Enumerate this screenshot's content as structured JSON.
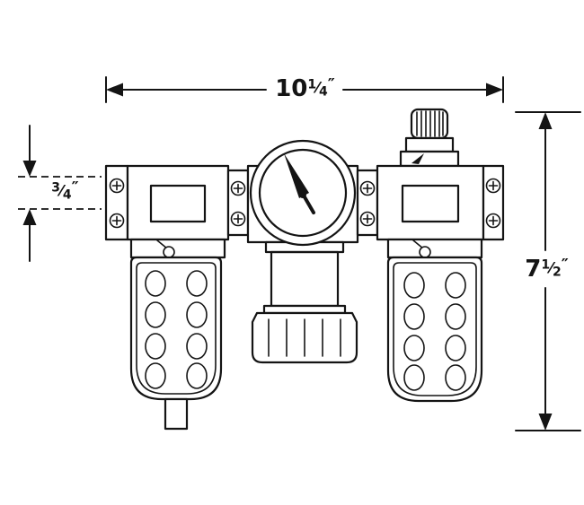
{
  "colors": {
    "line": "#141414",
    "background": "#ffffff"
  },
  "fraction_slash": "⁄",
  "labels": {
    "width": {
      "whole": "10",
      "numerator": "1",
      "denominator": "4",
      "unit": "″"
    },
    "offset": {
      "whole": "",
      "numerator": "3",
      "denominator": "4",
      "unit": "″"
    },
    "height": {
      "whole": "7",
      "numerator": "1",
      "denominator": "2",
      "unit": "″"
    }
  }
}
